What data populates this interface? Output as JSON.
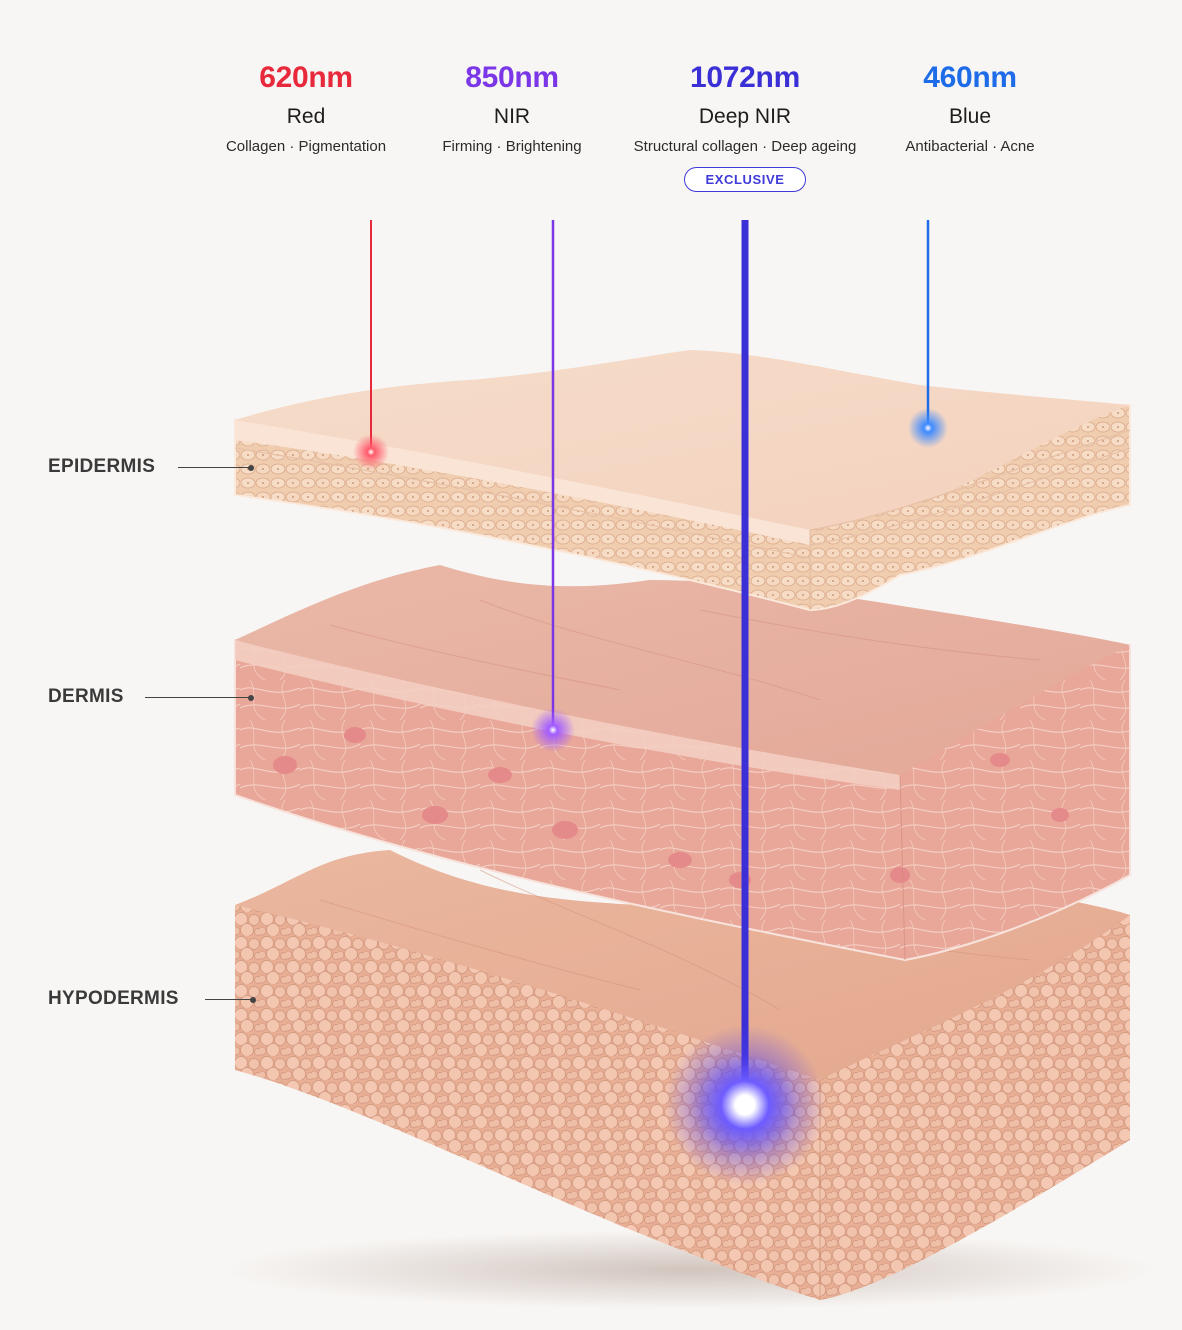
{
  "wavelengths": [
    {
      "wavelength": "620nm",
      "name": "Red",
      "description": "Collagen · Pigmentation",
      "color": "#e8283b",
      "target_layer": "epidermis"
    },
    {
      "wavelength": "850nm",
      "name": "NIR",
      "description": "Firming · Brightening",
      "color": "#7b36e8",
      "target_layer": "dermis"
    },
    {
      "wavelength": "1072nm",
      "name": "Deep NIR",
      "description": "Structural collagen · Deep ageing",
      "color": "#3b30d6",
      "badge": "EXCLUSIVE",
      "target_layer": "hypodermis"
    },
    {
      "wavelength": "460nm",
      "name": "Blue",
      "description": "Antibacterial · Acne",
      "color": "#1e6ce8",
      "target_layer": "epidermis"
    }
  ],
  "layers": [
    {
      "name": "EPIDERMIS"
    },
    {
      "name": "DERMIS"
    },
    {
      "name": "HYPODERMIS"
    }
  ]
}
